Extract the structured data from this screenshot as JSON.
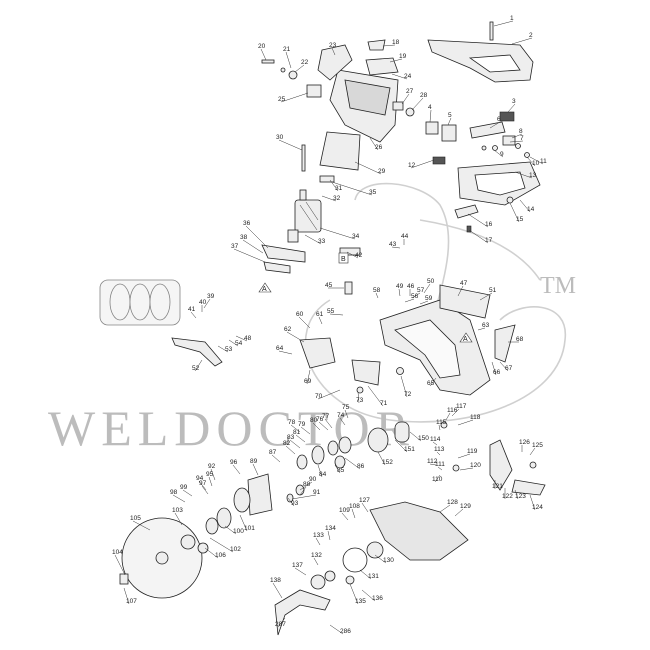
{
  "watermark": {
    "text": "WELDOCTOR",
    "trademark": "TM"
  },
  "section_markers": [
    "A",
    "B"
  ],
  "parts": [
    {
      "label": "1"
    },
    {
      "label": "2"
    },
    {
      "label": "3"
    },
    {
      "label": "4"
    },
    {
      "label": "5"
    },
    {
      "label": "6"
    },
    {
      "label": "7"
    },
    {
      "label": "8"
    },
    {
      "label": "9"
    },
    {
      "label": "10"
    },
    {
      "label": "11"
    },
    {
      "label": "12"
    },
    {
      "label": "13"
    },
    {
      "label": "14"
    },
    {
      "label": "15"
    },
    {
      "label": "16"
    },
    {
      "label": "17"
    },
    {
      "label": "18"
    },
    {
      "label": "19"
    },
    {
      "label": "20"
    },
    {
      "label": "21"
    },
    {
      "label": "22"
    },
    {
      "label": "23"
    },
    {
      "label": "24"
    },
    {
      "label": "25"
    },
    {
      "label": "26"
    },
    {
      "label": "27"
    },
    {
      "label": "28"
    },
    {
      "label": "29"
    },
    {
      "label": "30"
    },
    {
      "label": "31"
    },
    {
      "label": "32"
    },
    {
      "label": "33"
    },
    {
      "label": "34"
    },
    {
      "label": "35"
    },
    {
      "label": "36"
    },
    {
      "label": "37"
    },
    {
      "label": "38"
    },
    {
      "label": "39"
    },
    {
      "label": "40"
    },
    {
      "label": "41"
    },
    {
      "label": "42"
    },
    {
      "label": "43"
    },
    {
      "label": "44"
    },
    {
      "label": "45"
    },
    {
      "label": "46"
    },
    {
      "label": "47"
    },
    {
      "label": "48"
    },
    {
      "label": "49"
    },
    {
      "label": "50"
    },
    {
      "label": "51"
    },
    {
      "label": "52"
    },
    {
      "label": "53"
    },
    {
      "label": "54"
    },
    {
      "label": "55"
    },
    {
      "label": "56"
    },
    {
      "label": "57"
    },
    {
      "label": "58"
    },
    {
      "label": "59"
    },
    {
      "label": "60"
    },
    {
      "label": "61"
    },
    {
      "label": "62"
    },
    {
      "label": "63"
    },
    {
      "label": "64"
    },
    {
      "label": "65"
    },
    {
      "label": "66"
    },
    {
      "label": "67"
    },
    {
      "label": "68"
    },
    {
      "label": "69"
    },
    {
      "label": "70"
    },
    {
      "label": "71"
    },
    {
      "label": "72"
    },
    {
      "label": "73"
    },
    {
      "label": "74"
    },
    {
      "label": "75"
    },
    {
      "label": "76"
    },
    {
      "label": "77"
    },
    {
      "label": "78"
    },
    {
      "label": "79"
    },
    {
      "label": "80"
    },
    {
      "label": "81"
    },
    {
      "label": "82"
    },
    {
      "label": "83"
    },
    {
      "label": "84"
    },
    {
      "label": "85"
    },
    {
      "label": "86"
    },
    {
      "label": "87"
    },
    {
      "label": "88"
    },
    {
      "label": "89"
    },
    {
      "label": "90"
    },
    {
      "label": "91"
    },
    {
      "label": "92"
    },
    {
      "label": "93"
    },
    {
      "label": "94"
    },
    {
      "label": "95"
    },
    {
      "label": "96"
    },
    {
      "label": "97"
    },
    {
      "label": "98"
    },
    {
      "label": "99"
    },
    {
      "label": "100"
    },
    {
      "label": "101"
    },
    {
      "label": "102"
    },
    {
      "label": "103"
    },
    {
      "label": "104"
    },
    {
      "label": "105"
    },
    {
      "label": "106"
    },
    {
      "label": "107"
    },
    {
      "label": "108"
    },
    {
      "label": "109"
    },
    {
      "label": "110"
    },
    {
      "label": "111"
    },
    {
      "label": "112"
    },
    {
      "label": "113"
    },
    {
      "label": "114"
    },
    {
      "label": "115"
    },
    {
      "label": "116"
    },
    {
      "label": "117"
    },
    {
      "label": "118"
    },
    {
      "label": "119"
    },
    {
      "label": "120"
    },
    {
      "label": "121"
    },
    {
      "label": "122"
    },
    {
      "label": "123"
    },
    {
      "label": "124"
    },
    {
      "label": "125"
    },
    {
      "label": "126"
    },
    {
      "label": "127"
    },
    {
      "label": "128"
    },
    {
      "label": "129"
    },
    {
      "label": "130"
    },
    {
      "label": "131"
    },
    {
      "label": "132"
    },
    {
      "label": "133"
    },
    {
      "label": "134"
    },
    {
      "label": "135"
    },
    {
      "label": "136"
    },
    {
      "label": "137"
    },
    {
      "label": "138"
    },
    {
      "label": "150"
    },
    {
      "label": "151"
    },
    {
      "label": "152"
    },
    {
      "label": "286"
    },
    {
      "label": "287"
    }
  ]
}
